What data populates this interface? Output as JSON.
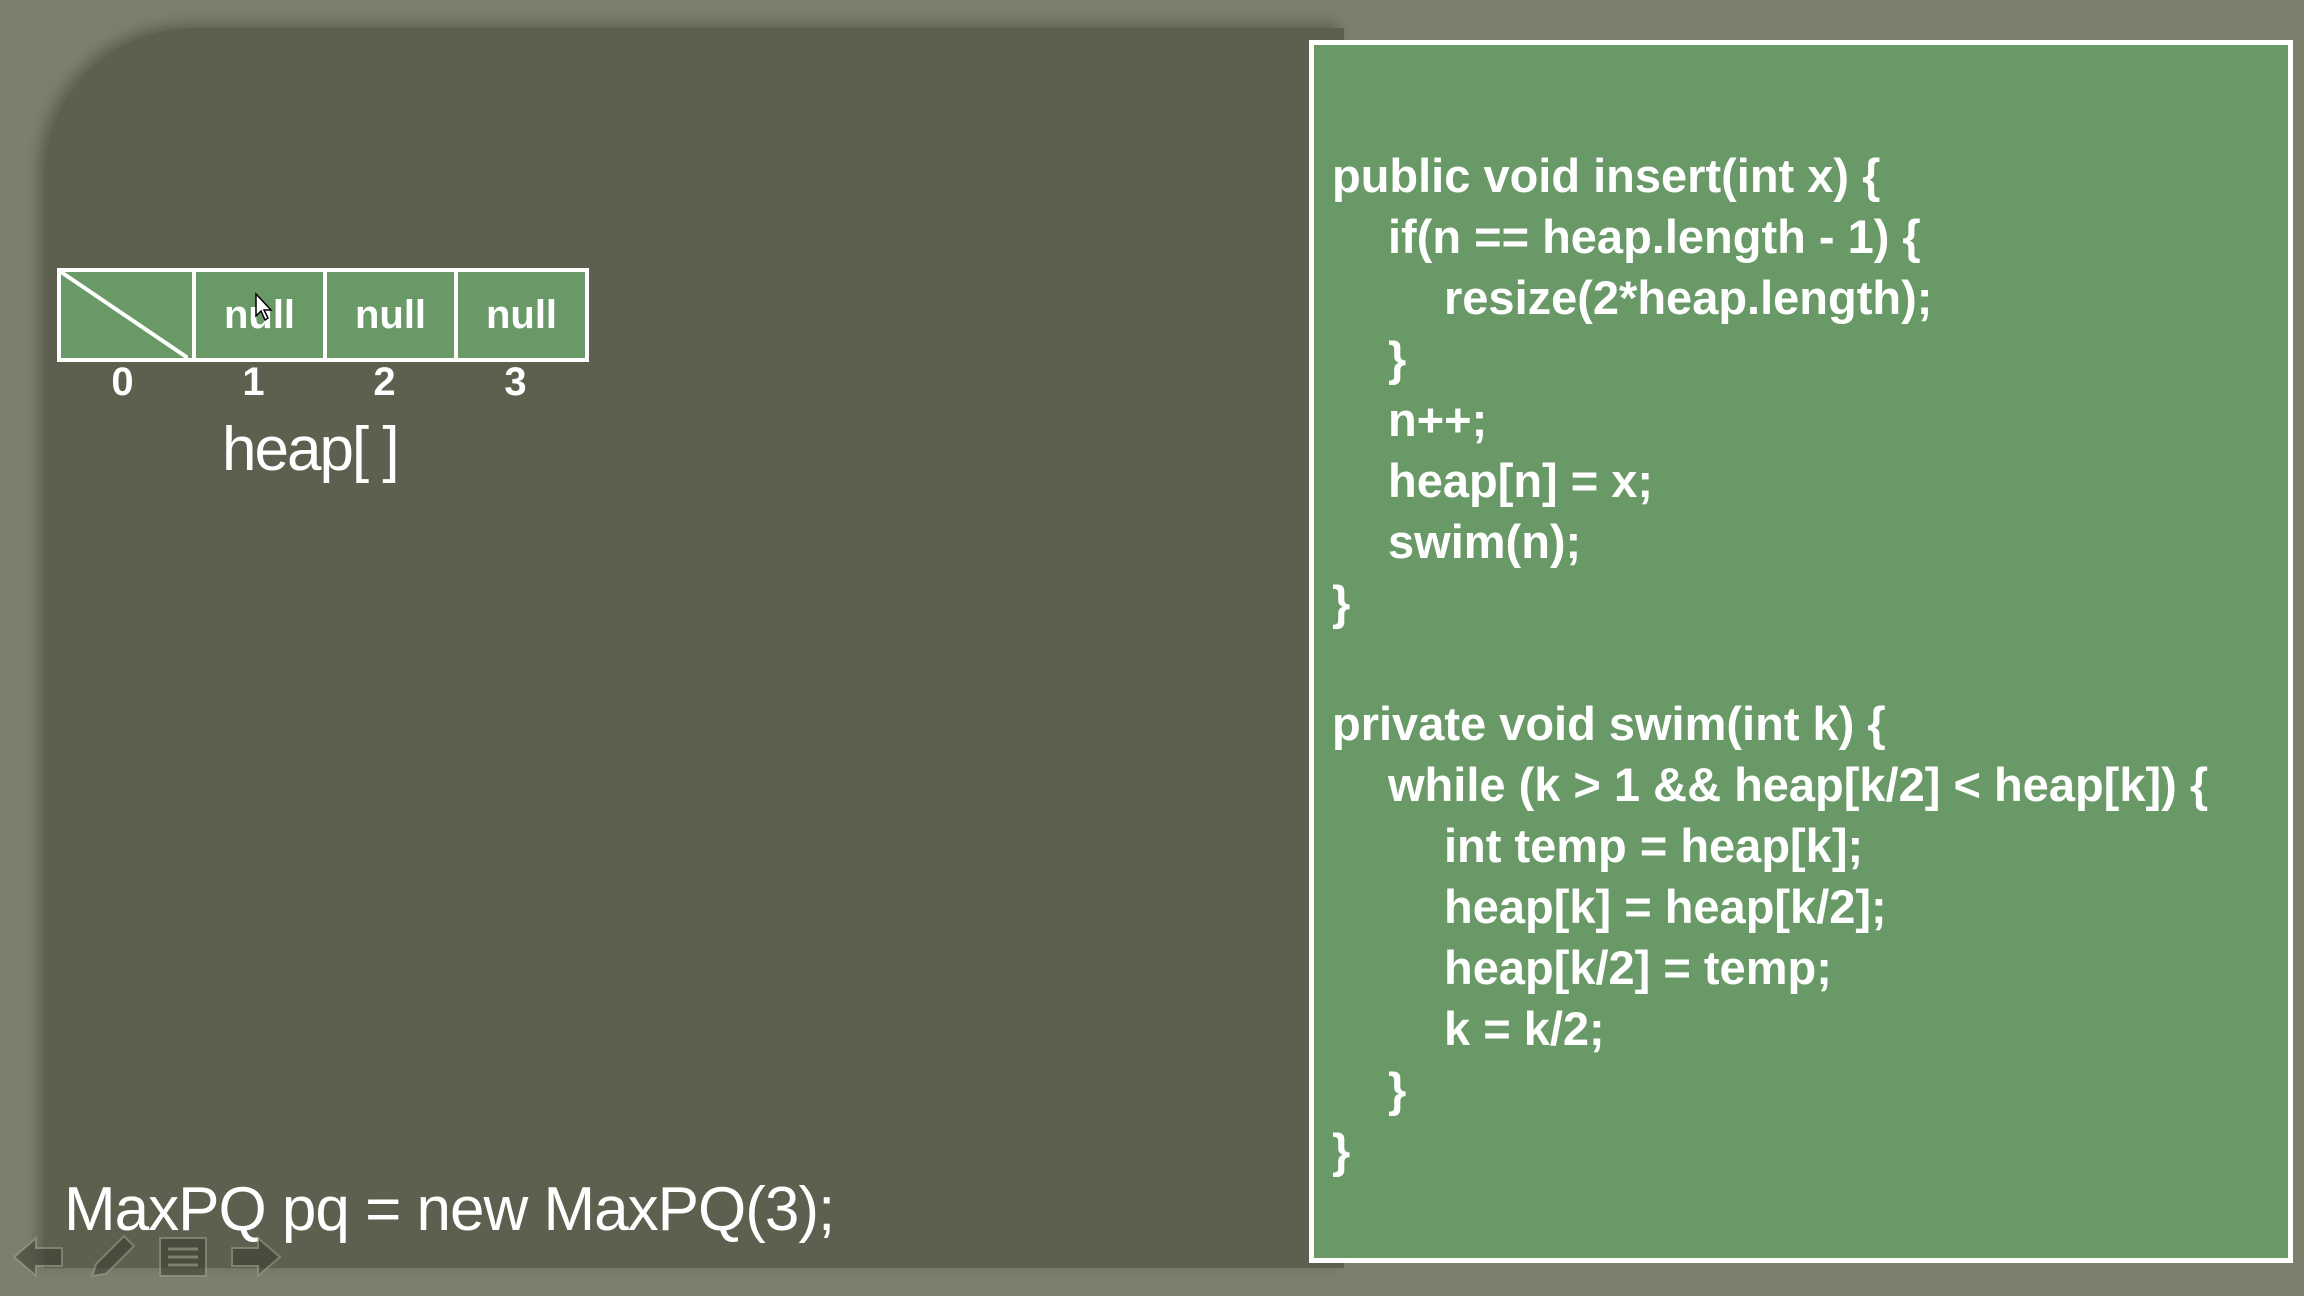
{
  "heap_array": {
    "cells": [
      "",
      "null",
      "null",
      "null"
    ],
    "indices": [
      "0",
      "1",
      "2",
      "3"
    ],
    "label": "heap[ ]"
  },
  "statement": "MaxPQ pq = new MaxPQ(3);",
  "code": {
    "lines": [
      "public void insert(int x) {",
      "if(n == heap.length - 1) {",
      "resize(2*heap.length);",
      "}",
      "n++;",
      "heap[n] = x;",
      "swim(n);",
      "}",
      "",
      "private void swim(int k) {",
      "while (k > 1 && heap[k/2] < heap[k]) {",
      "int temp = heap[k];",
      "heap[k] = heap[k/2];",
      "heap[k/2] = temp;",
      "k = k/2;",
      "}",
      "}"
    ]
  },
  "nav_icons": [
    "back-arrow-icon",
    "pen-icon",
    "menu-icon",
    "forward-arrow-icon"
  ],
  "colors": {
    "background": "#7b7f6b",
    "stage": "#5d604e",
    "panel": "#699966",
    "text": "#ffffff"
  }
}
